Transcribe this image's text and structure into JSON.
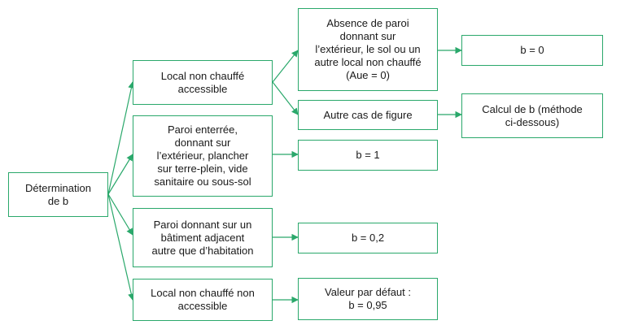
{
  "theme": {
    "border_color": "#2aa86b",
    "arrow_color": "#2aa86b",
    "text_color": "#1a1a1a"
  },
  "nodes": {
    "root": "Détermination\nde b",
    "local_accessible": "Local non chauffé\naccessible",
    "paroi_enterree": "Paroi enterrée,\ndonnant sur\nl’extérieur, plancher\nsur terre-plein, vide\nsanitaire ou sous-sol",
    "paroi_batiment": "Paroi donnant sur un\nbâtiment adjacent\nautre que d’habitation",
    "local_non_accessible": "Local non chauffé non\naccessible",
    "absence_paroi": "Absence de paroi\ndonnant sur\nl’extérieur, le sol ou un\nautre local non chauffé\n(Aue = 0)",
    "autre_cas": "Autre cas de figure",
    "b_1": "b = 1",
    "b_02": "b = 0,2",
    "valeur_defaut": "Valeur par défaut :\nb = 0,95",
    "b_0": "b = 0",
    "calcul_b": "Calcul de b (méthode\nci-dessous)"
  }
}
